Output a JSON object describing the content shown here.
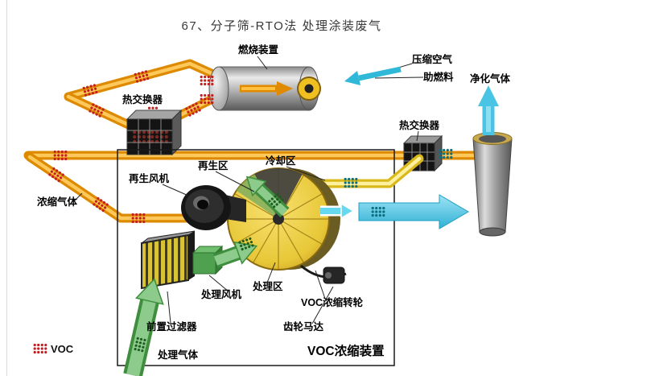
{
  "page": {
    "title": "67、分子筛-RTO法 处理涂装废气"
  },
  "diagram": {
    "labels": {
      "combustion": "燃烧装置",
      "compressed_air": "压缩空气",
      "fuel": "助燃料",
      "clean_gas": "净化气体",
      "hx_left": "热交换器",
      "hx_right": "热交换器",
      "regen_zone": "再生区",
      "cooling_zone": "冷却区",
      "regen_fan": "再生风机",
      "concentrated_gas": "浓缩气体",
      "treat_fan": "处理风机",
      "treat_zone": "处理区",
      "rotor": "VOC浓缩转轮",
      "gear_motor": "齿轮马达",
      "pre_filter": "前置过滤器",
      "process_gas": "处理气体",
      "unit_title": "VOC浓缩装置"
    },
    "legend": {
      "voc": "VOC"
    },
    "colors": {
      "pipe_orange": "#DD8A00",
      "pipe_yellow": "#D9B91A",
      "voc_red": "#C41E1E",
      "flow_green": "#8CCB8C",
      "flow_cyan": "#4AC4E4",
      "teal_dots": "#0C7080",
      "rotor_gold": "#E8C838"
    }
  }
}
